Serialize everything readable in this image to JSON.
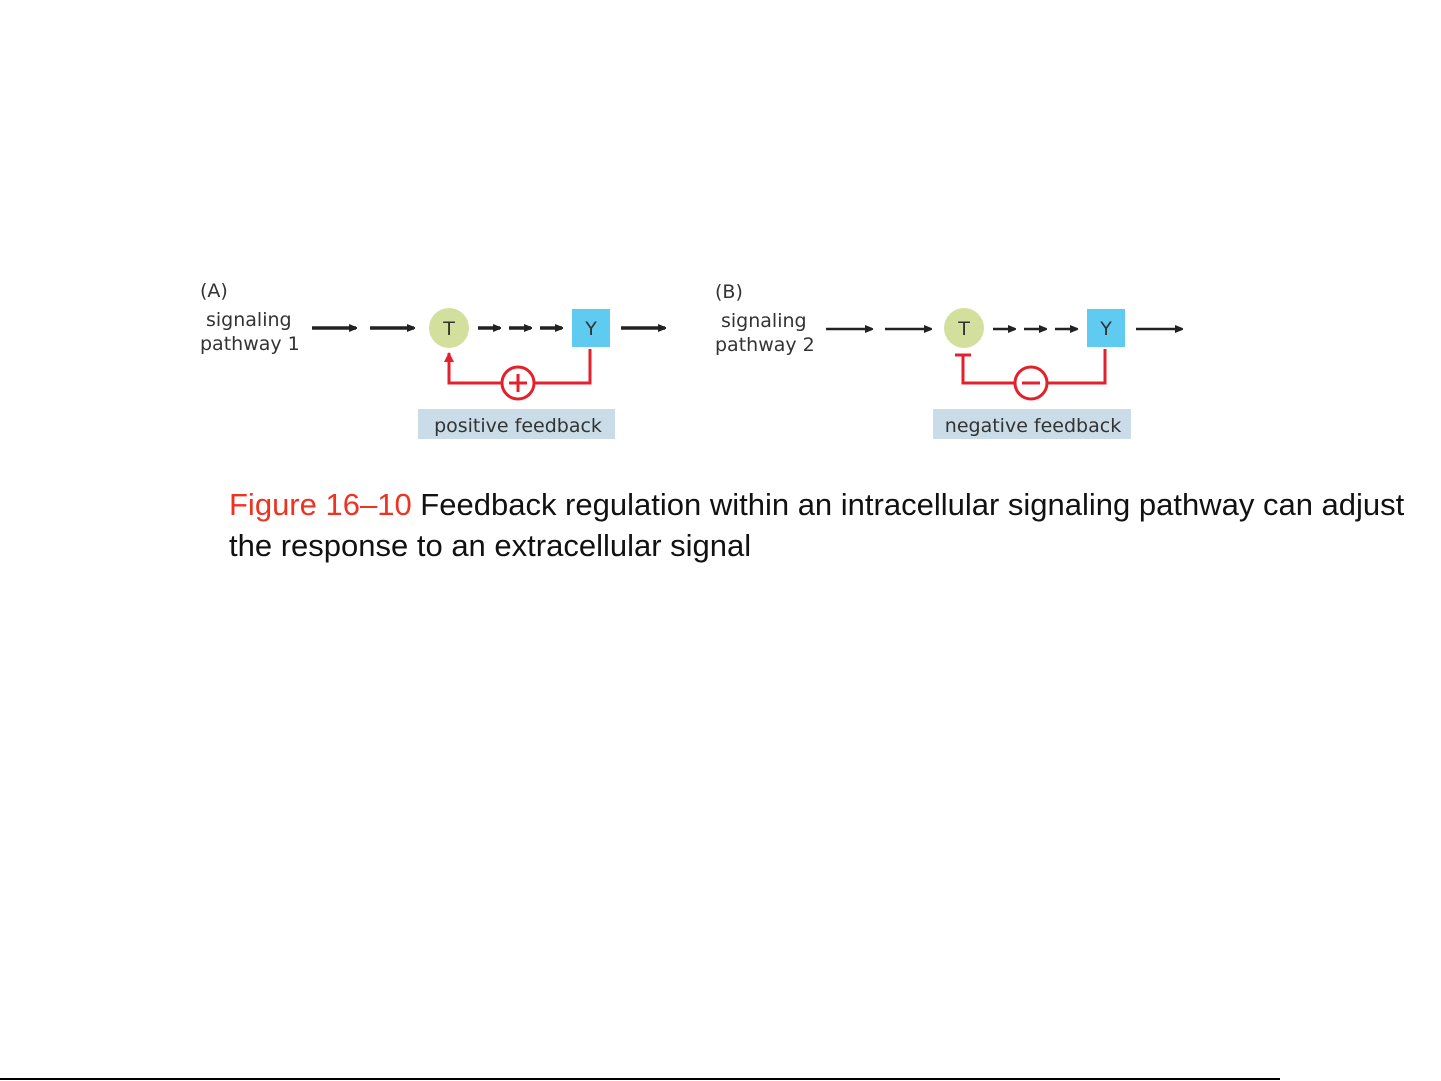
{
  "panels": [
    {
      "tag": "(A)",
      "line1": "signaling",
      "line2": "pathway 1",
      "node_t": "T",
      "node_y": "Y",
      "sign": "+",
      "feedback_label": "positive feedback"
    },
    {
      "tag": "(B)",
      "line1": "signaling",
      "line2": "pathway 2",
      "node_t": "T",
      "node_y": "Y",
      "sign": "−",
      "feedback_label": "negative feedback"
    }
  ],
  "caption": {
    "figure": "Figure 16–10",
    "text": " Feedback regulation within an intracellular signaling pathway can adjust the response to an extracellular signal"
  },
  "colors": {
    "t_node": "#d3df9c",
    "y_node": "#5fcbf1",
    "feedback": "#e3202c",
    "label_bg": "#c9dce7",
    "figure_label": "#ee3322"
  }
}
